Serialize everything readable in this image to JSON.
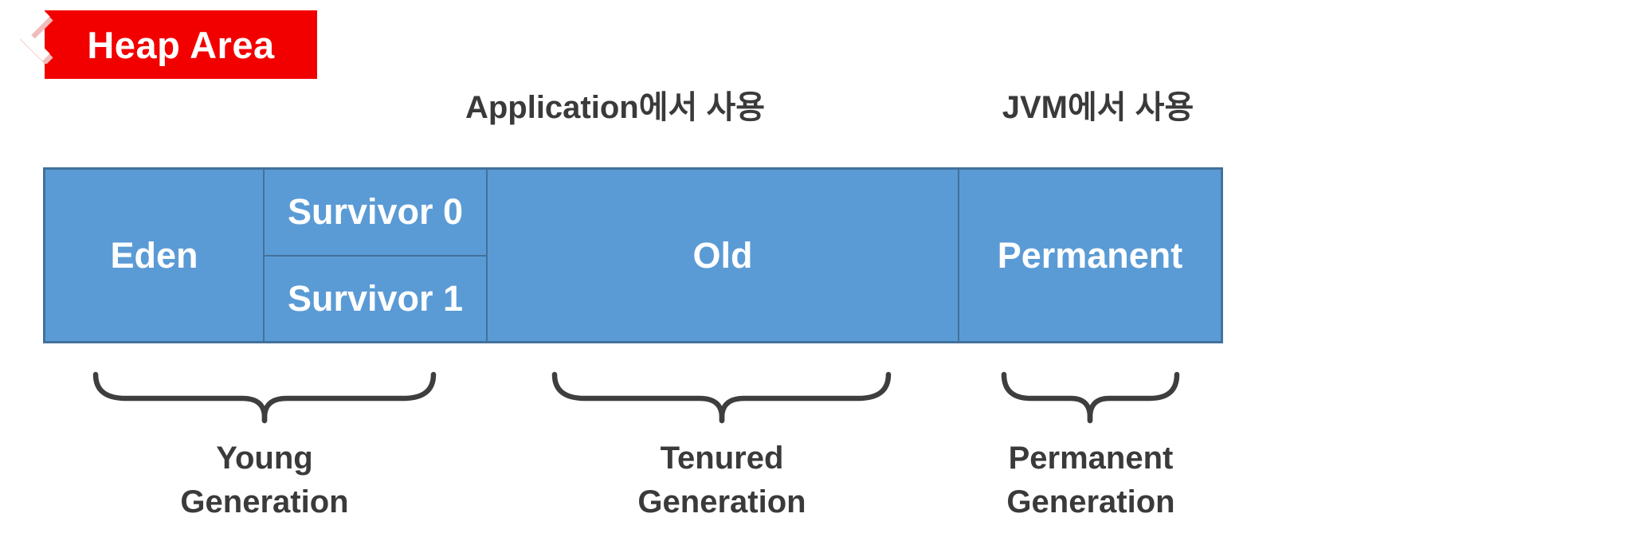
{
  "colors": {
    "banner_red": "#F20000",
    "box_fill": "#5B9BD5",
    "box_border": "#41719C",
    "label_dark": "#3A3A3A",
    "brace_gray": "#3E3E3E"
  },
  "banner": {
    "label": "Heap Area"
  },
  "annotations": {
    "app_usage": "Application에서 사용",
    "jvm_usage": "JVM에서 사용"
  },
  "heap": {
    "eden": "Eden",
    "survivor0": "Survivor 0",
    "survivor1": "Survivor 1",
    "old": "Old",
    "permanent": "Permanent"
  },
  "generations": {
    "young": {
      "line1": "Young",
      "line2": "Generation"
    },
    "tenured": {
      "line1": "Tenured",
      "line2": "Generation"
    },
    "permanent": {
      "line1": "Permanent",
      "line2": "Generation"
    }
  }
}
